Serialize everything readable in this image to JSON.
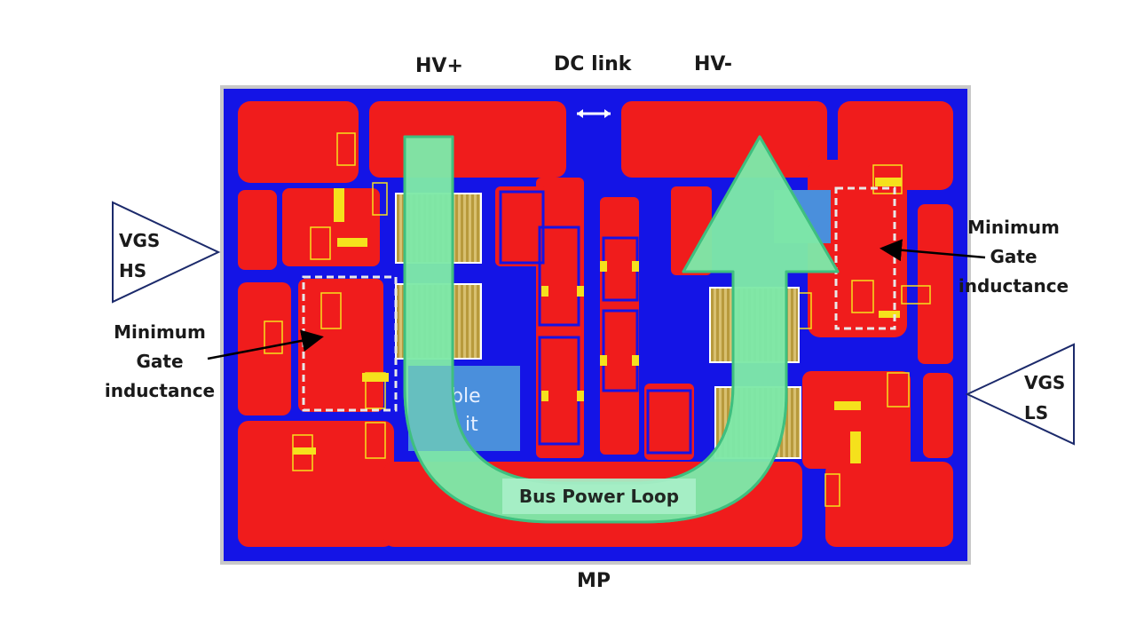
{
  "labels": {
    "hv_plus": "HV+",
    "dc_link": "DC link",
    "hv_minus": "HV-",
    "mp": "MP",
    "vgs_hs": "VGS\nHS",
    "vgs_ls": "VGS\nLS",
    "gate_left": "Minimum\nGate\ninductance",
    "gate_right": "Minimum\nGate\ninductance",
    "bus_loop": "Bus Power Loop",
    "enable_partial_1": "ble",
    "enable_partial_2": "it"
  },
  "colors": {
    "board_blue": "#1414e6",
    "copper_red": "#f01c1c",
    "pad_yellow": "#f5e11c",
    "arrow_green": "#7ee8a8",
    "arrow_edge": "#3fbf7f",
    "triangle_stroke": "#1c2a6b"
  }
}
